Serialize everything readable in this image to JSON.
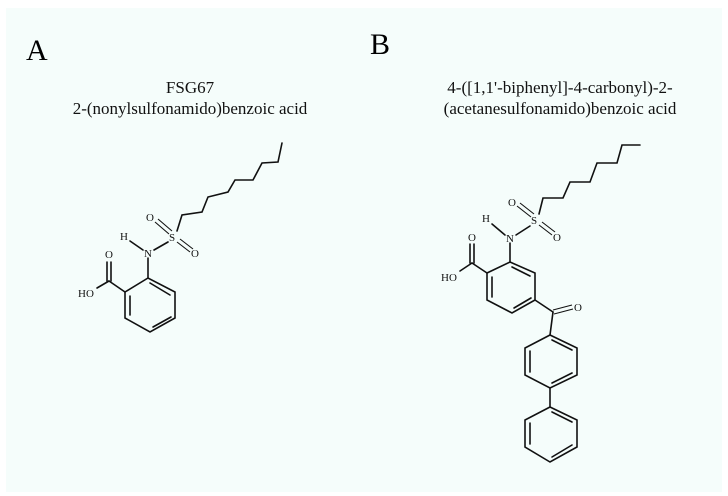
{
  "panels": {
    "a": {
      "letter": "A",
      "name": "FSG67",
      "iupac": "2-(nonylsulfonamido)benzoic acid",
      "atoms": {
        "O_carbonyl": "O",
        "OH": "HO",
        "N": "N",
        "H": "H",
        "S": "S",
        "O_s1": "O",
        "O_s2": "O"
      }
    },
    "b": {
      "letter": "B",
      "iupac_line1": "4-([1,1'-biphenyl]-4-carbonyl)-2-",
      "iupac_line2": "(acetanesulfonamido)benzoic acid",
      "atoms": {
        "O_carbonyl": "O",
        "OH": "HO",
        "N": "N",
        "H": "H",
        "S": "S",
        "O_s1": "O",
        "O_s2": "O",
        "O_ketone": "O"
      }
    }
  },
  "colors": {
    "background": "#f5fdfb",
    "ink": "#111111"
  }
}
